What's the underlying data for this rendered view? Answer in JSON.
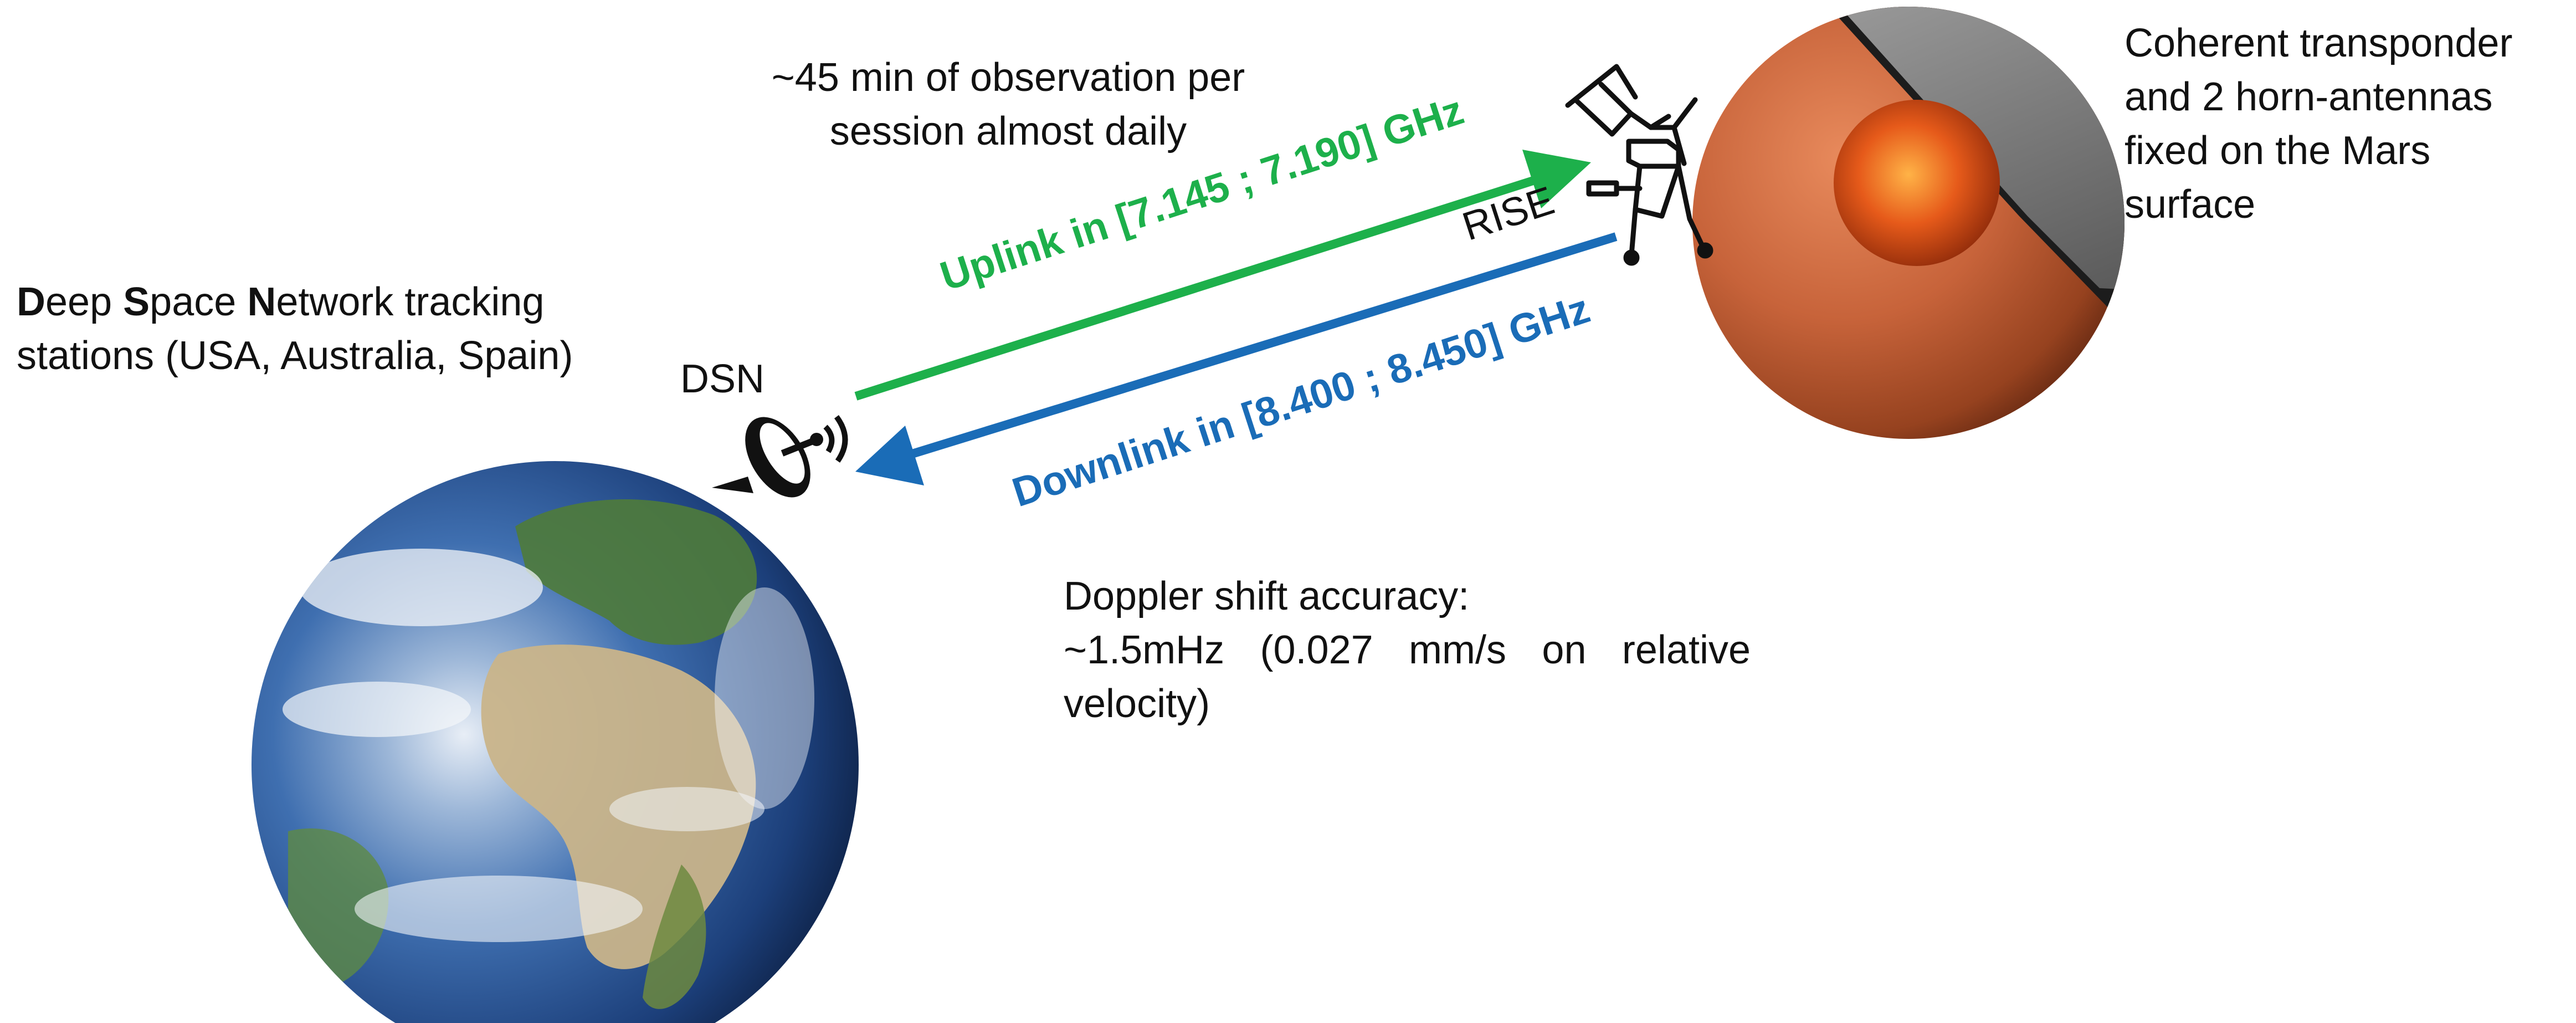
{
  "colors": {
    "uplink": "#1db04b",
    "downlink": "#1a6cb7",
    "earth_ocean": "#2a5fa6",
    "mars": "#c7633a",
    "mars_core": "#e65a1a"
  },
  "icons": [
    "dsn-dish-icon",
    "earth-globe",
    "mars-globe",
    "insight-lander-icon"
  ],
  "dsn": {
    "title": {
      "d": "D",
      "eep": "eep ",
      "s": "S",
      "pace": "pace ",
      "n": "N",
      "etwork": "etwork tracking",
      "line2": "stations (USA, Australia, Spain)"
    },
    "label": "DSN"
  },
  "session": {
    "line1": "~45 min of observation per",
    "line2": "session almost daily"
  },
  "uplink": {
    "label": "Uplink in [7.145 ; 7.190] GHz"
  },
  "downlink": {
    "label": "Downlink in [8.400 ; 8.450] GHz"
  },
  "rise": {
    "label": "RISE"
  },
  "mars_info": {
    "line1": "Coherent transponder",
    "line2": "and 2 horn-antennas",
    "line3": "fixed on the Mars",
    "line4": "surface"
  },
  "doppler": {
    "line1": "Doppler shift accuracy:",
    "line2": "~1.5mHz (0.027 mm/s on relative",
    "line3": "velocity)"
  }
}
